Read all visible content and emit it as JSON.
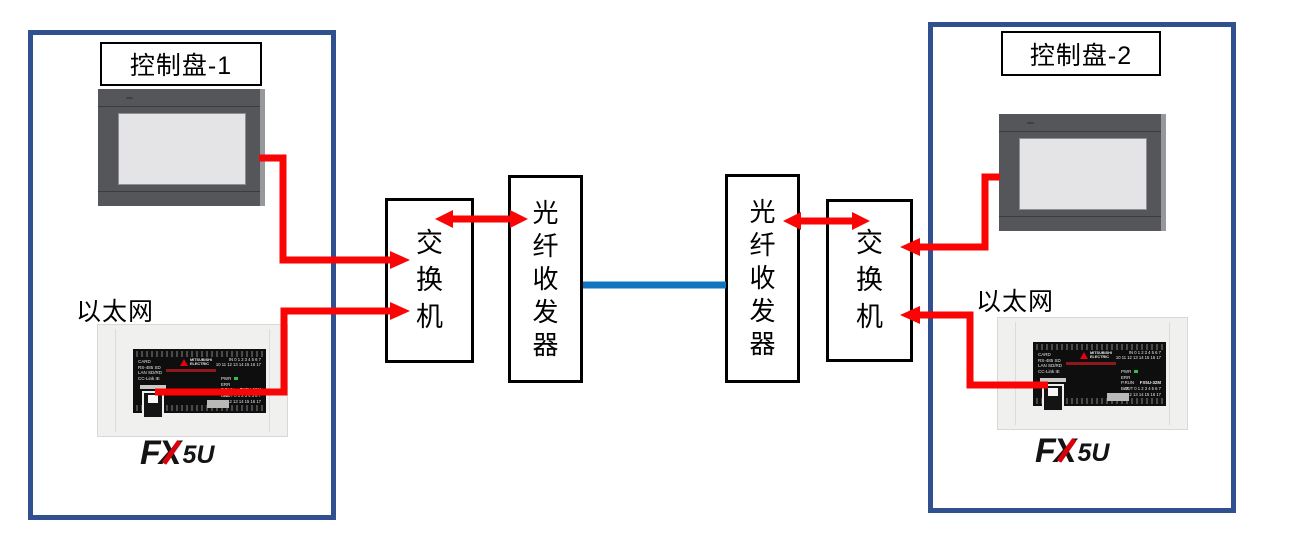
{
  "colors": {
    "panel_border": "#31508F",
    "connector_red": "#FA0505",
    "fiber_blue": "#1274BC",
    "box_border": "#000000",
    "hmi_frame": "#54565A",
    "hmi_screen": "#E4E4E6",
    "led_green": "#2FBF4F",
    "mitsubishi_red": "#E60012"
  },
  "panel_left": {
    "title": "控制盘-1",
    "ethernet_label": "以太网"
  },
  "panel_right": {
    "title": "控制盘-2",
    "ethernet_label": "以太网"
  },
  "switch_left": {
    "label": "交\n换\n机"
  },
  "switch_right": {
    "label": "交\n换\n机"
  },
  "fiber_left": {
    "label": "光\n纤\n收\n发\n器"
  },
  "fiber_right": {
    "label": "光\n纤\n收\n发\n器"
  },
  "fx_logo": {
    "f": "F",
    "x": "X",
    "suffix": "5U"
  },
  "plc_face": {
    "left_block": "CARD\nRS-485  SD\nLAN  SD/RD\nCC-Link IE",
    "brand": "MITSUBISHI\nELECTRIC",
    "in_block": "IN 0 1 2 3 4 5 6 7\n10 11 12 13 14 15 16 17",
    "led_block": "PWR\nERR\nP.RUN\nBAT",
    "model": "FX5U-32M",
    "out_block": "OUT 0 1 2 3 4 5 6 7\n10 11 12 13 14 15 16 17"
  }
}
